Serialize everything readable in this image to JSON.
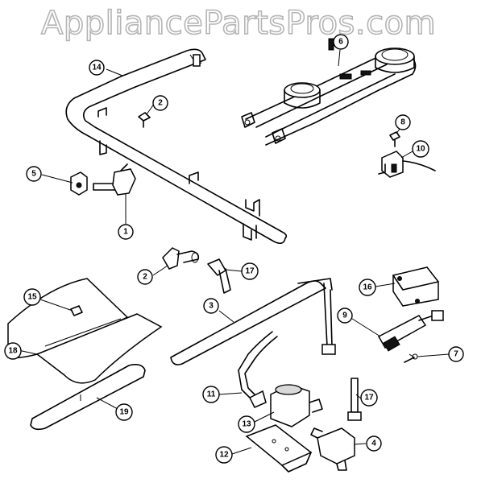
{
  "watermark": "AppliancePartsPros.com",
  "callouts": [
    {
      "key": "c1",
      "label": "1"
    },
    {
      "key": "c2a",
      "label": "2"
    },
    {
      "key": "c2b",
      "label": "2"
    },
    {
      "key": "c3",
      "label": "3"
    },
    {
      "key": "c4",
      "label": "4"
    },
    {
      "key": "c5",
      "label": "5"
    },
    {
      "key": "c6",
      "label": "6"
    },
    {
      "key": "c7",
      "label": "7"
    },
    {
      "key": "c8",
      "label": "8"
    },
    {
      "key": "c9",
      "label": "9"
    },
    {
      "key": "c10",
      "label": "10"
    },
    {
      "key": "c11",
      "label": "11"
    },
    {
      "key": "c12",
      "label": "12"
    },
    {
      "key": "c13",
      "label": "13"
    },
    {
      "key": "c14",
      "label": "14"
    },
    {
      "key": "c15",
      "label": "15"
    },
    {
      "key": "c16",
      "label": "16"
    },
    {
      "key": "c17a",
      "label": "17"
    },
    {
      "key": "c17b",
      "label": "17"
    },
    {
      "key": "c18",
      "label": "18"
    },
    {
      "key": "c19",
      "label": "19"
    }
  ]
}
